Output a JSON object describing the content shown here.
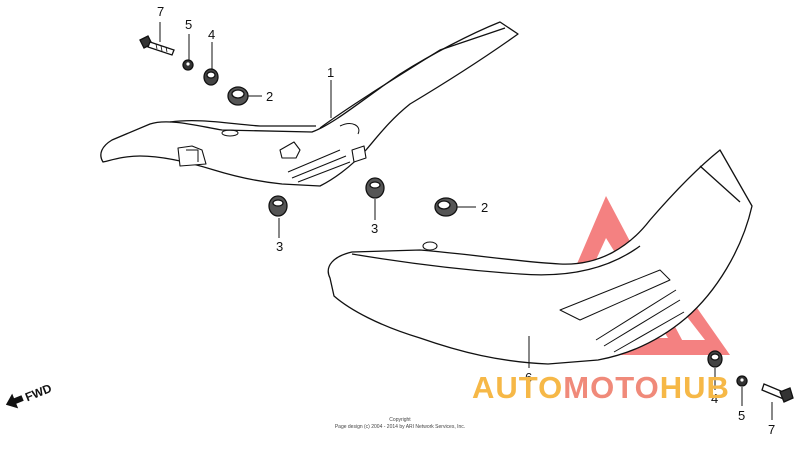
{
  "diagram": {
    "callouts": {
      "c1": "1",
      "c2a": "2",
      "c2b": "2",
      "c3a": "3",
      "c3b": "3",
      "c4a": "4",
      "c4b": "4",
      "c5a": "5",
      "c5b": "5",
      "c6": "6",
      "c7a": "7",
      "c7b": "7"
    },
    "fwd_label": "FWD",
    "copyright_title": "Copyright",
    "copyright_text": "Page design (c) 2004 - 2014 by ARI Network Services, Inc."
  },
  "watermark": {
    "part1": "AUTO",
    "part2": "MOTO",
    "part3": "HUB",
    "colors": {
      "triangle": "#f04a4a",
      "text_orange": "#f6b847",
      "text_pink": "#f08a7a"
    }
  }
}
